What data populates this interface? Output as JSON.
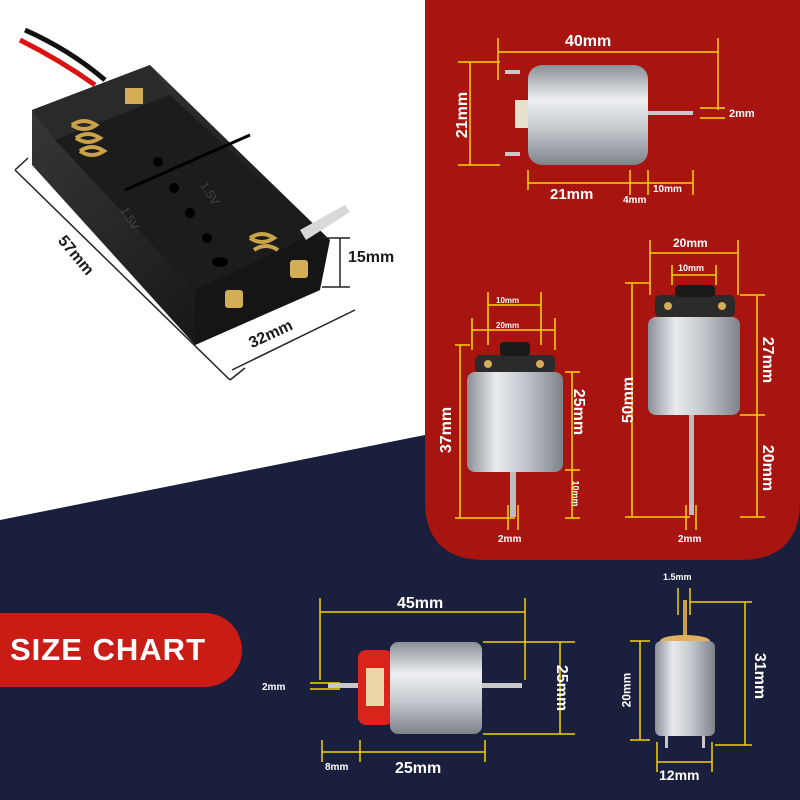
{
  "colors": {
    "navy": "#1b1f3e",
    "red_panel": "#a8140f",
    "badge_red": "#c81c14",
    "dimension_line": "#f2d400"
  },
  "badge": {
    "label": "SIZE CHART"
  },
  "battery_holder": {
    "label": "1.5V",
    "dims": {
      "length": "57mm",
      "width": "32mm",
      "height": "15mm"
    }
  },
  "motor_round": {
    "dims": {
      "length": "40mm",
      "diameter": "21mm",
      "shaft": "2mm",
      "body": "21mm",
      "offset": "4mm",
      "shaft_length": "10mm"
    }
  },
  "motor_small": {
    "dims": {
      "top_a": "10mm",
      "top_b": "20mm",
      "height": "37mm",
      "body": "25mm",
      "shaft_length": "10mm",
      "shaft": "2mm"
    }
  },
  "motor_tall": {
    "dims": {
      "width": "20mm",
      "top": "10mm",
      "height": "50mm",
      "body": "27mm",
      "shaft_length": "20mm",
      "shaft": "2mm"
    }
  },
  "motor_horizontal": {
    "dims": {
      "length": "45mm",
      "height": "25mm",
      "shaft": "2mm",
      "offset": "8mm",
      "body": "25mm"
    }
  },
  "motor_cylinder": {
    "dims": {
      "shaft": "1.5mm",
      "height": "31mm",
      "body": "20mm",
      "width": "12mm"
    }
  }
}
